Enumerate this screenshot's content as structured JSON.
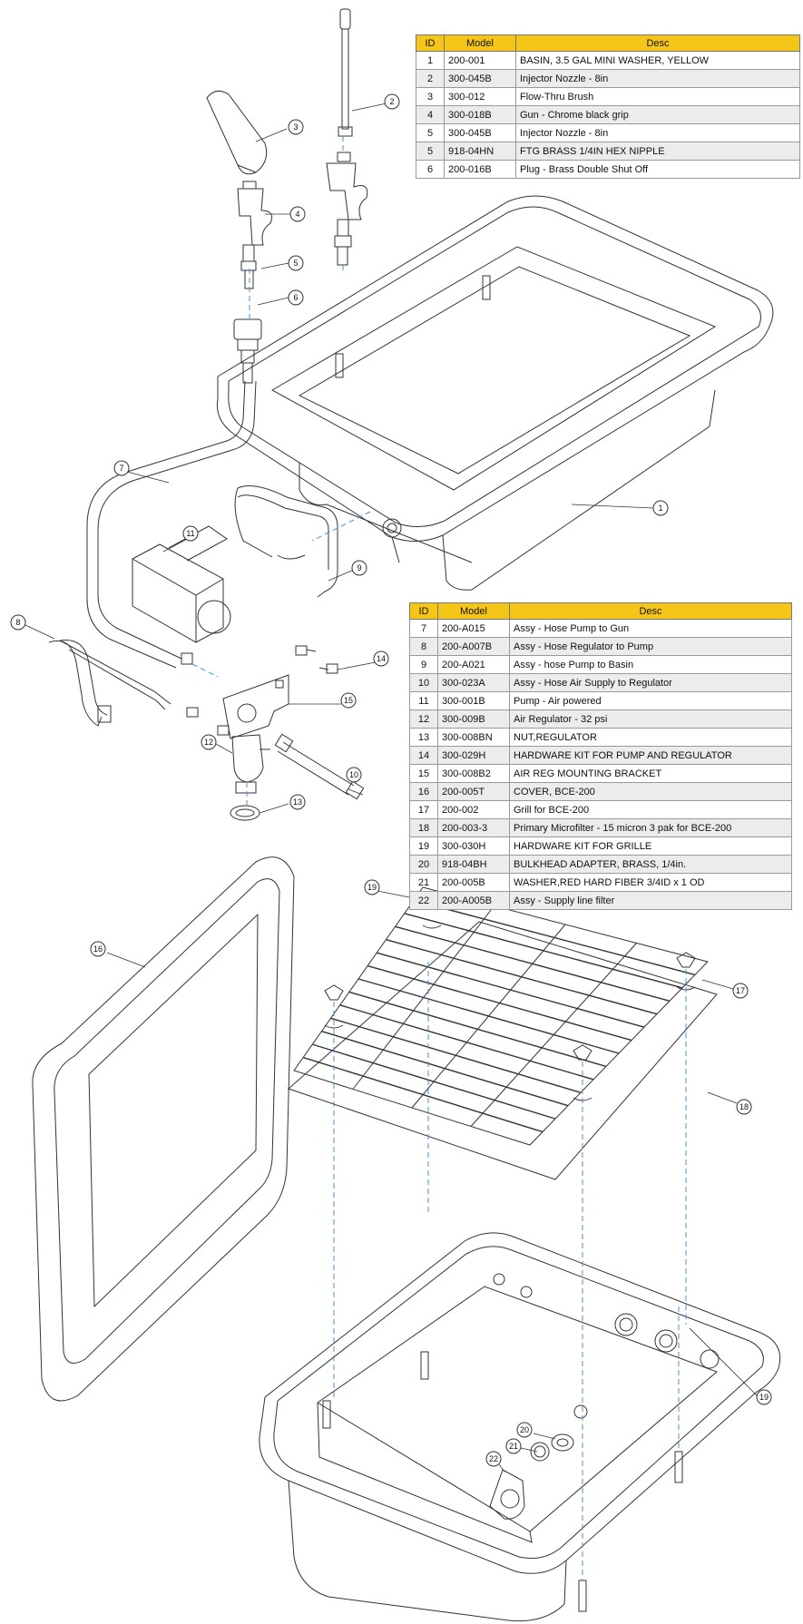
{
  "table1": {
    "headers": {
      "id": "ID",
      "model": "Model",
      "desc": "Desc"
    },
    "rows": [
      {
        "id": "1",
        "model": "200-001",
        "desc": "BASIN, 3.5 GAL MINI WASHER, YELLOW"
      },
      {
        "id": "2",
        "model": "300-045B",
        "desc": "Injector Nozzle - 8in"
      },
      {
        "id": "3",
        "model": "300-012",
        "desc": "Flow-Thru Brush"
      },
      {
        "id": "4",
        "model": "300-018B",
        "desc": "Gun - Chrome black grip"
      },
      {
        "id": "5",
        "model": "300-045B",
        "desc": "Injector Nozzle - 8in"
      },
      {
        "id": "5",
        "model": "918-04HN",
        "desc": "FTG BRASS 1/4IN HEX NIPPLE"
      },
      {
        "id": "6",
        "model": "200-016B",
        "desc": "Plug - Brass Double Shut Off"
      }
    ]
  },
  "table2": {
    "headers": {
      "id": "ID",
      "model": "Model",
      "desc": "Desc"
    },
    "rows": [
      {
        "id": "7",
        "model": "200-A015",
        "desc": "Assy - Hose Pump to Gun"
      },
      {
        "id": "8",
        "model": "200-A007B",
        "desc": "Assy - Hose Regulator to Pump"
      },
      {
        "id": "9",
        "model": "200-A021",
        "desc": "Assy - hose Pump to Basin"
      },
      {
        "id": "10",
        "model": "300-023A",
        "desc": "Assy - Hose Air Supply to Regulator"
      },
      {
        "id": "11",
        "model": "300-001B",
        "desc": "Pump - Air powered"
      },
      {
        "id": "12",
        "model": "300-009B",
        "desc": "Air Regulator - 32 psi"
      },
      {
        "id": "13",
        "model": "300-008BN",
        "desc": "NUT,REGULATOR"
      },
      {
        "id": "14",
        "model": "300-029H",
        "desc": "HARDWARE KIT FOR PUMP AND REGULATOR"
      },
      {
        "id": "15",
        "model": "300-008B2",
        "desc": "AIR REG MOUNTING BRACKET"
      },
      {
        "id": "16",
        "model": "200-005T",
        "desc": "COVER, BCE-200"
      },
      {
        "id": "17",
        "model": "200-002",
        "desc": "Grill for BCE-200"
      },
      {
        "id": "18",
        "model": "200-003-3",
        "desc": "Primary Microfilter - 15 micron 3 pak for BCE-200"
      },
      {
        "id": "19",
        "model": "300-030H",
        "desc": "HARDWARE KIT FOR GRILLE"
      },
      {
        "id": "20",
        "model": "918-04BH",
        "desc": "BULKHEAD ADAPTER, BRASS, 1/4in."
      },
      {
        "id": "21",
        "model": "200-005B",
        "desc": "WASHER,RED HARD FIBER 3/4ID x 1 OD"
      },
      {
        "id": "22",
        "model": "200-A005B",
        "desc": "Assy - Supply line filter"
      }
    ]
  },
  "callouts": {
    "c1": "1",
    "c2": "2",
    "c3": "3",
    "c4": "4",
    "c5": "5",
    "c6": "6",
    "c7": "7",
    "c8": "8",
    "c9": "9",
    "c10": "10",
    "c11": "11",
    "c12": "12",
    "c13": "13",
    "c14": "14",
    "c15": "15",
    "c16": "16",
    "c17": "17",
    "c18": "18",
    "c19a": "19",
    "c19b": "19",
    "c20": "20",
    "c21": "21",
    "c22": "22"
  },
  "colors": {
    "header": "#f5c518",
    "assembly_line": "#4a90d9",
    "line": "#333333"
  }
}
